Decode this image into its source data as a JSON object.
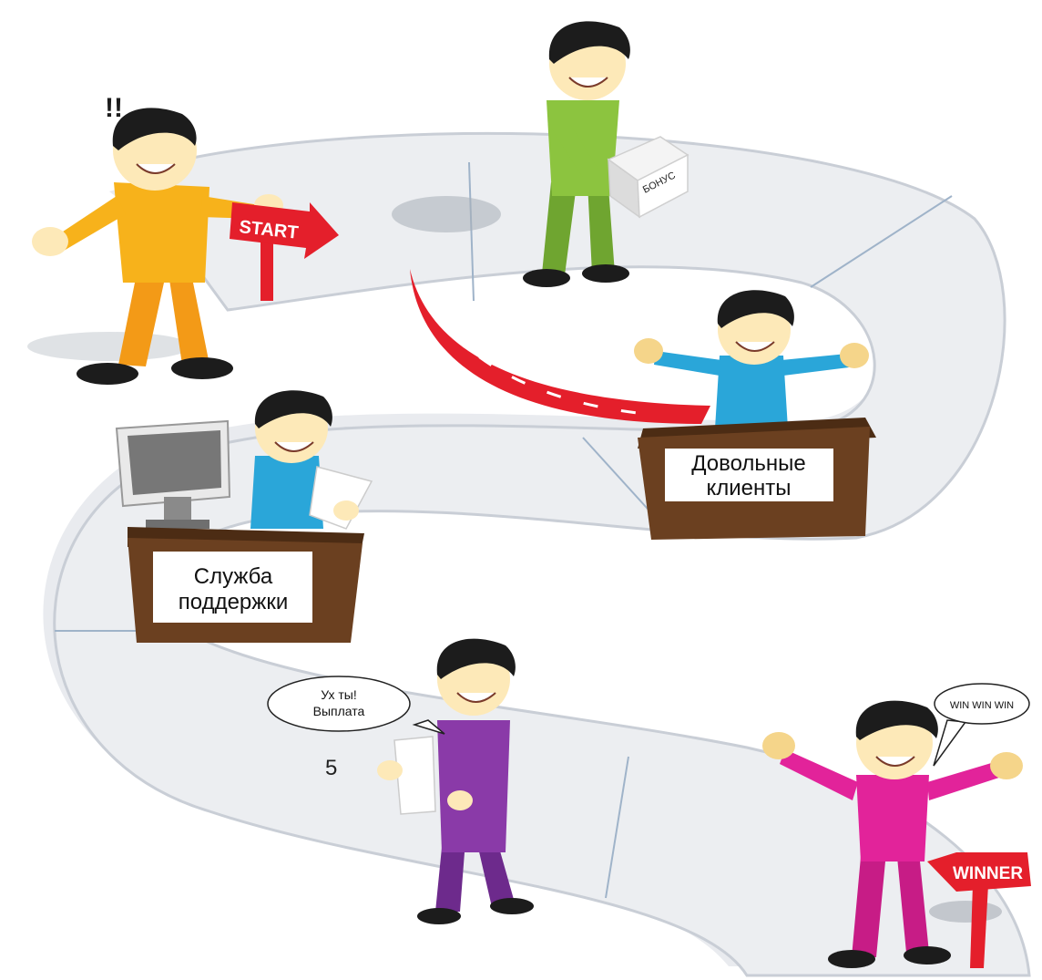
{
  "signs": {
    "start": "START",
    "winner": "WINNER"
  },
  "box_label": "БОНУС",
  "exclamation": "!!",
  "desk_support": {
    "line1": "Служба",
    "line2": "поддержки"
  },
  "desk_clients": {
    "line1": "Довольные",
    "line2": "клиенты"
  },
  "bubble_payout": {
    "line1": "Ух ты!",
    "line2": "Выплата"
  },
  "bubble_win": "WIN WIN WIN",
  "road_number": "5",
  "colors": {
    "road": "#eceef1",
    "road_edge": "#c9ced6",
    "red": "#e41f2b",
    "wood": "#6b4020",
    "shirt_yellow": "#f7b21b",
    "shirt_green": "#8cc43f",
    "shirt_blue": "#2aa6d9",
    "shirt_purple": "#8a3aa8",
    "shirt_pink": "#e2239a",
    "skin": "#fde9b8",
    "hair": "#1c1c1c"
  },
  "icons": [
    "start-arrow-sign-icon",
    "winner-arrow-sign-icon",
    "computer-monitor-icon",
    "bonus-box-icon",
    "speech-bubble-icon"
  ]
}
